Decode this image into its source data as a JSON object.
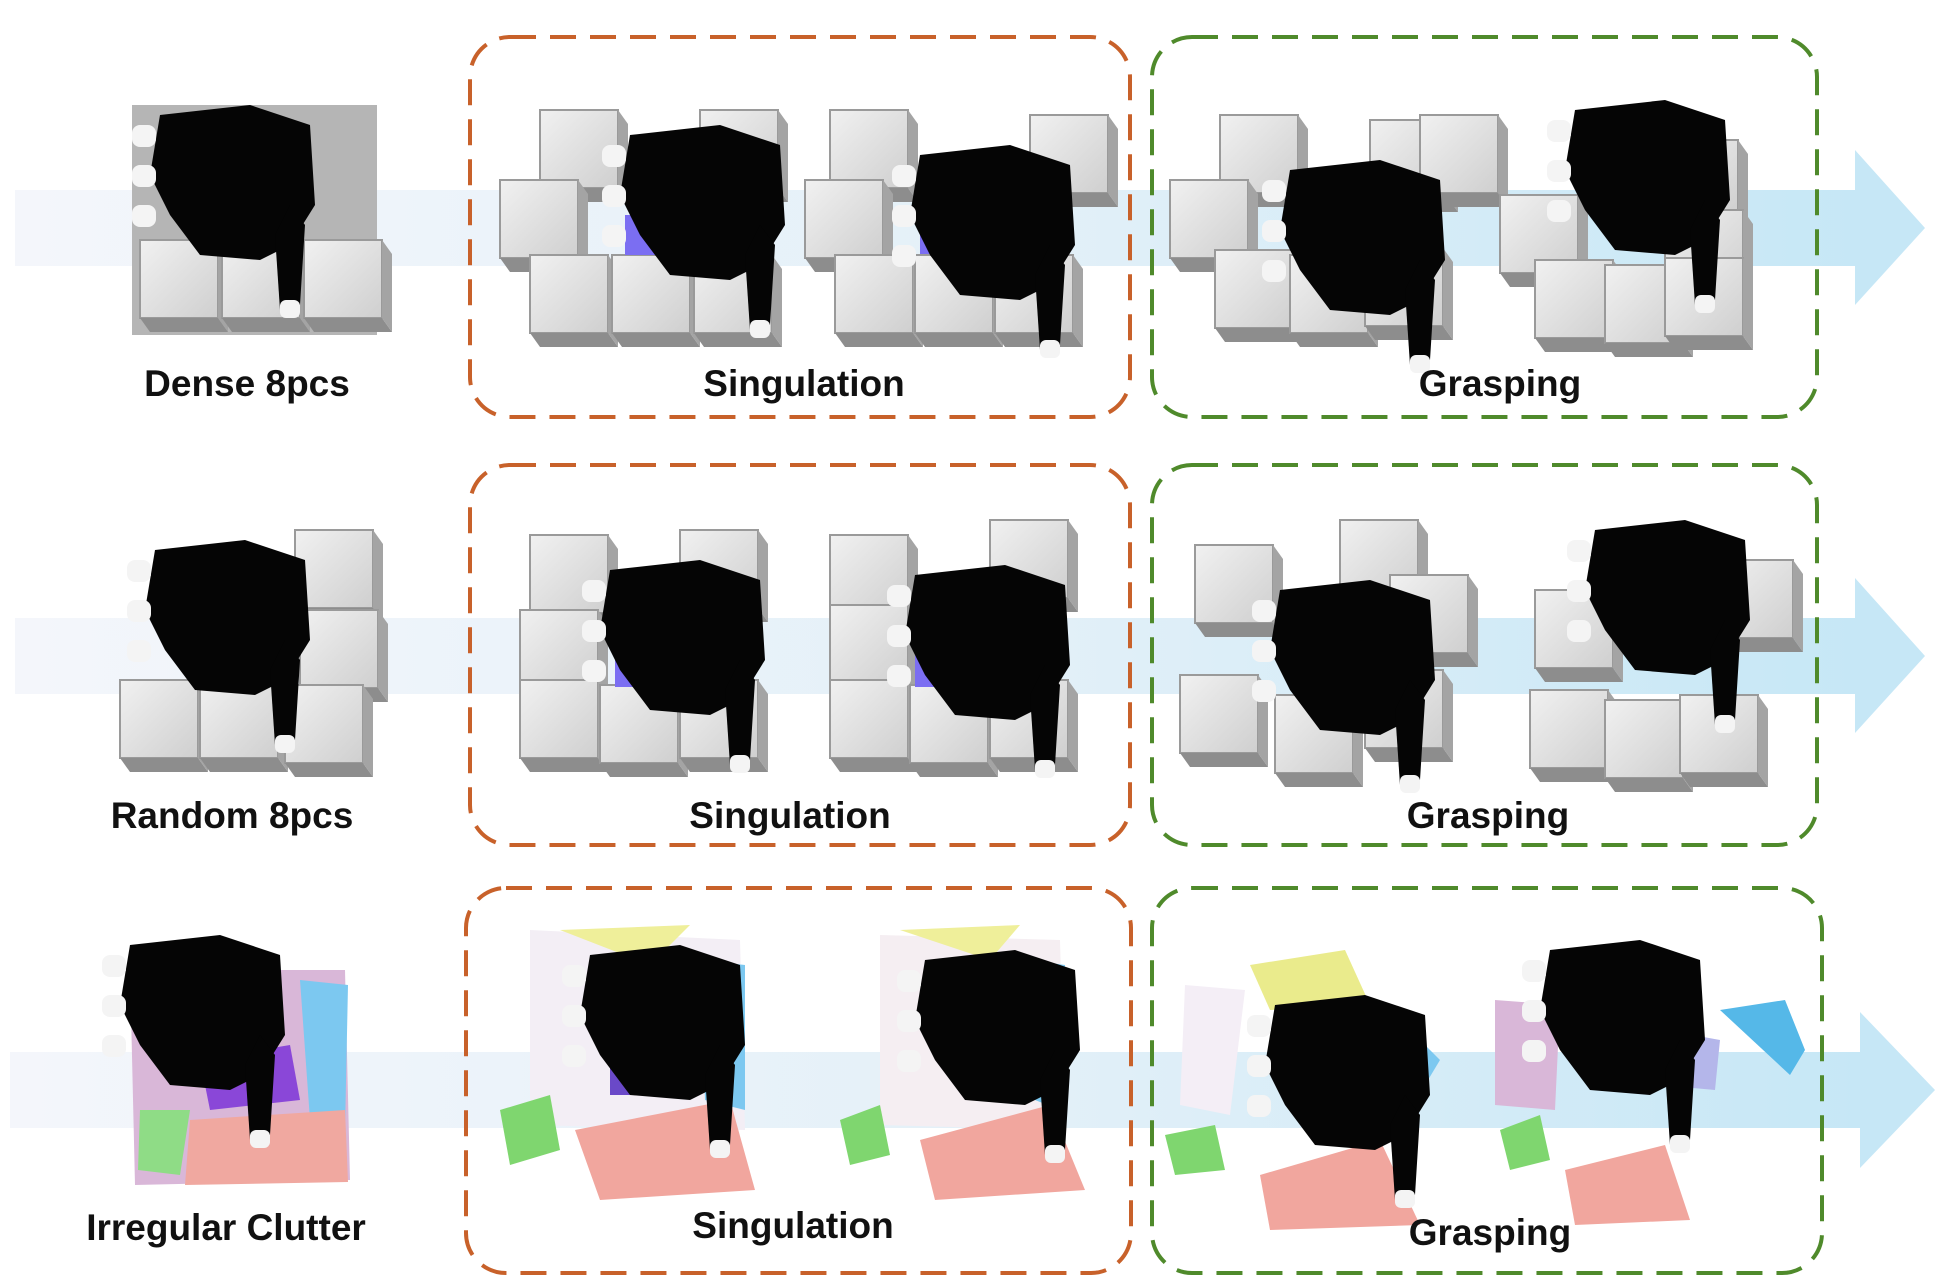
{
  "rows": [
    {
      "scene": "Dense 8pcs",
      "stage1": "Singulation",
      "stage2": "Grasping"
    },
    {
      "scene": "Random 8pcs",
      "stage1": "Singulation",
      "stage2": "Grasping"
    },
    {
      "scene": "Irregular Clutter",
      "stage1": "Singulation",
      "stage2": "Grasping"
    }
  ],
  "colors": {
    "singulation_border": "#c8612a",
    "grasping_border": "#4f8a2b",
    "arrow": "#cfeaf6",
    "target_object": "#7b6ef2"
  }
}
